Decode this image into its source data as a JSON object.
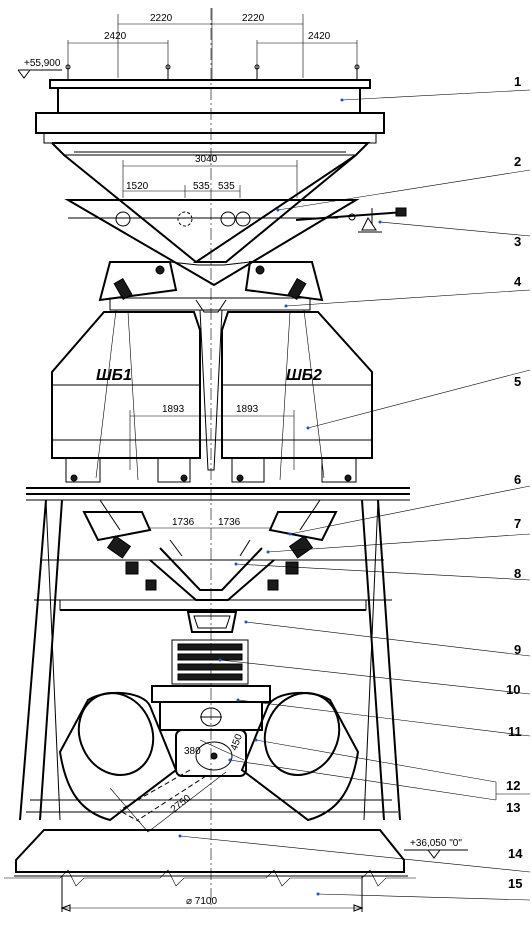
{
  "dimensions": {
    "top_left_2220": "2220",
    "top_right_2220": "2220",
    "top_left_2420": "2420",
    "top_right_2420": "2420",
    "elev_top": "+55,900",
    "d_3040": "3040",
    "d_1520": "1520",
    "d_535a": "535",
    "d_535b": "535",
    "d_1893a": "1893",
    "d_1893b": "1893",
    "d_1736a": "1736",
    "d_1736b": "1736",
    "d_2750": "2750",
    "d_380": "380",
    "d_450": "450",
    "elev_ground": "+36,050 \"0\"",
    "diameter": "⌀ 7100"
  },
  "labels": {
    "bin1": "ШБ1",
    "bin2": "ШБ2"
  },
  "callouts": [
    "1",
    "2",
    "3",
    "4",
    "5",
    "6",
    "7",
    "8",
    "9",
    "10",
    "11",
    "12",
    "13",
    "14",
    "15"
  ]
}
